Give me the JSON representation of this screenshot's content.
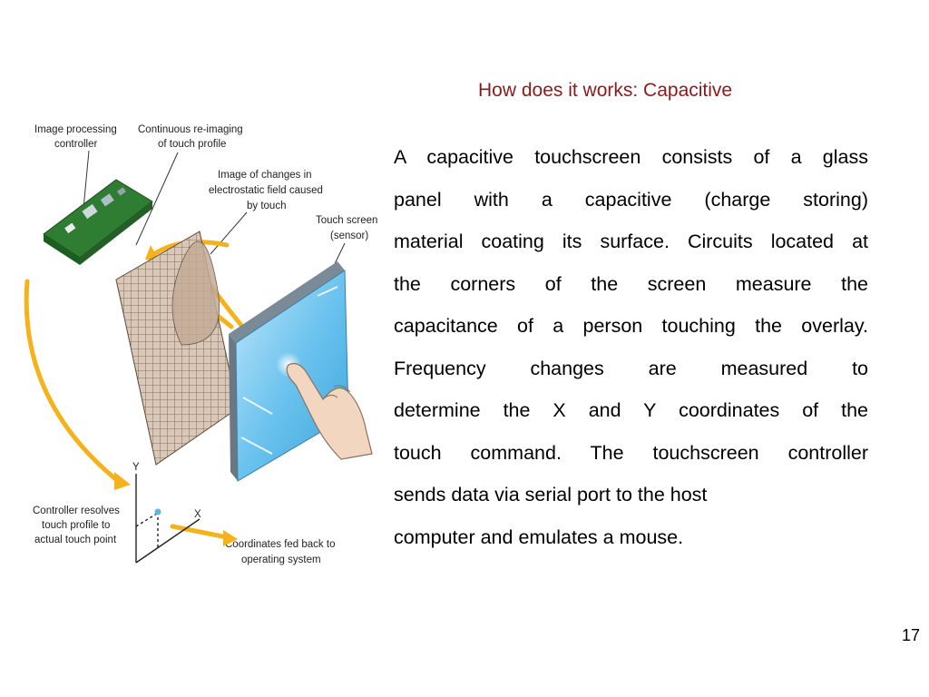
{
  "slide": {
    "title": "How does it works: Capacitive",
    "body_lines": [
      "A capacitive touchscreen consists of a glass",
      "panel with a capacitive (charge storing)",
      "material coating its surface. Circuits located at",
      "the corners of the screen measure the",
      "capacitance of a person touching the overlay.",
      "Frequency changes are measured to",
      "determine the X and Y coordinates of the",
      "touch command. The touchscreen controller",
      "sends data via serial port to the host",
      "computer and emulates a mouse."
    ],
    "page_number": "17"
  },
  "diagram": {
    "labels": {
      "image_processing_1": "Image processing",
      "image_processing_2": "controller",
      "reimaging_1": "Continuous re-imaging",
      "reimaging_2": "of touch profile",
      "changes_1": "Image of changes in",
      "changes_2": "electrostatic field caused",
      "changes_3": "by touch",
      "touchscreen_1": "Touch screen",
      "touchscreen_2": "(sensor)",
      "resolves_1": "Controller resolves",
      "resolves_2": "touch profile to",
      "resolves_3": "actual touch point",
      "coords_1": "Coordinates fed back to",
      "coords_2": "operating system",
      "axis_y": "Y",
      "axis_x": "X"
    },
    "colors": {
      "arrow": "#f5b21a",
      "screen": "#5ab8e8",
      "board": "#2e7d32",
      "mesh": "#8a6d5a",
      "title": "#8b1a1a"
    }
  }
}
